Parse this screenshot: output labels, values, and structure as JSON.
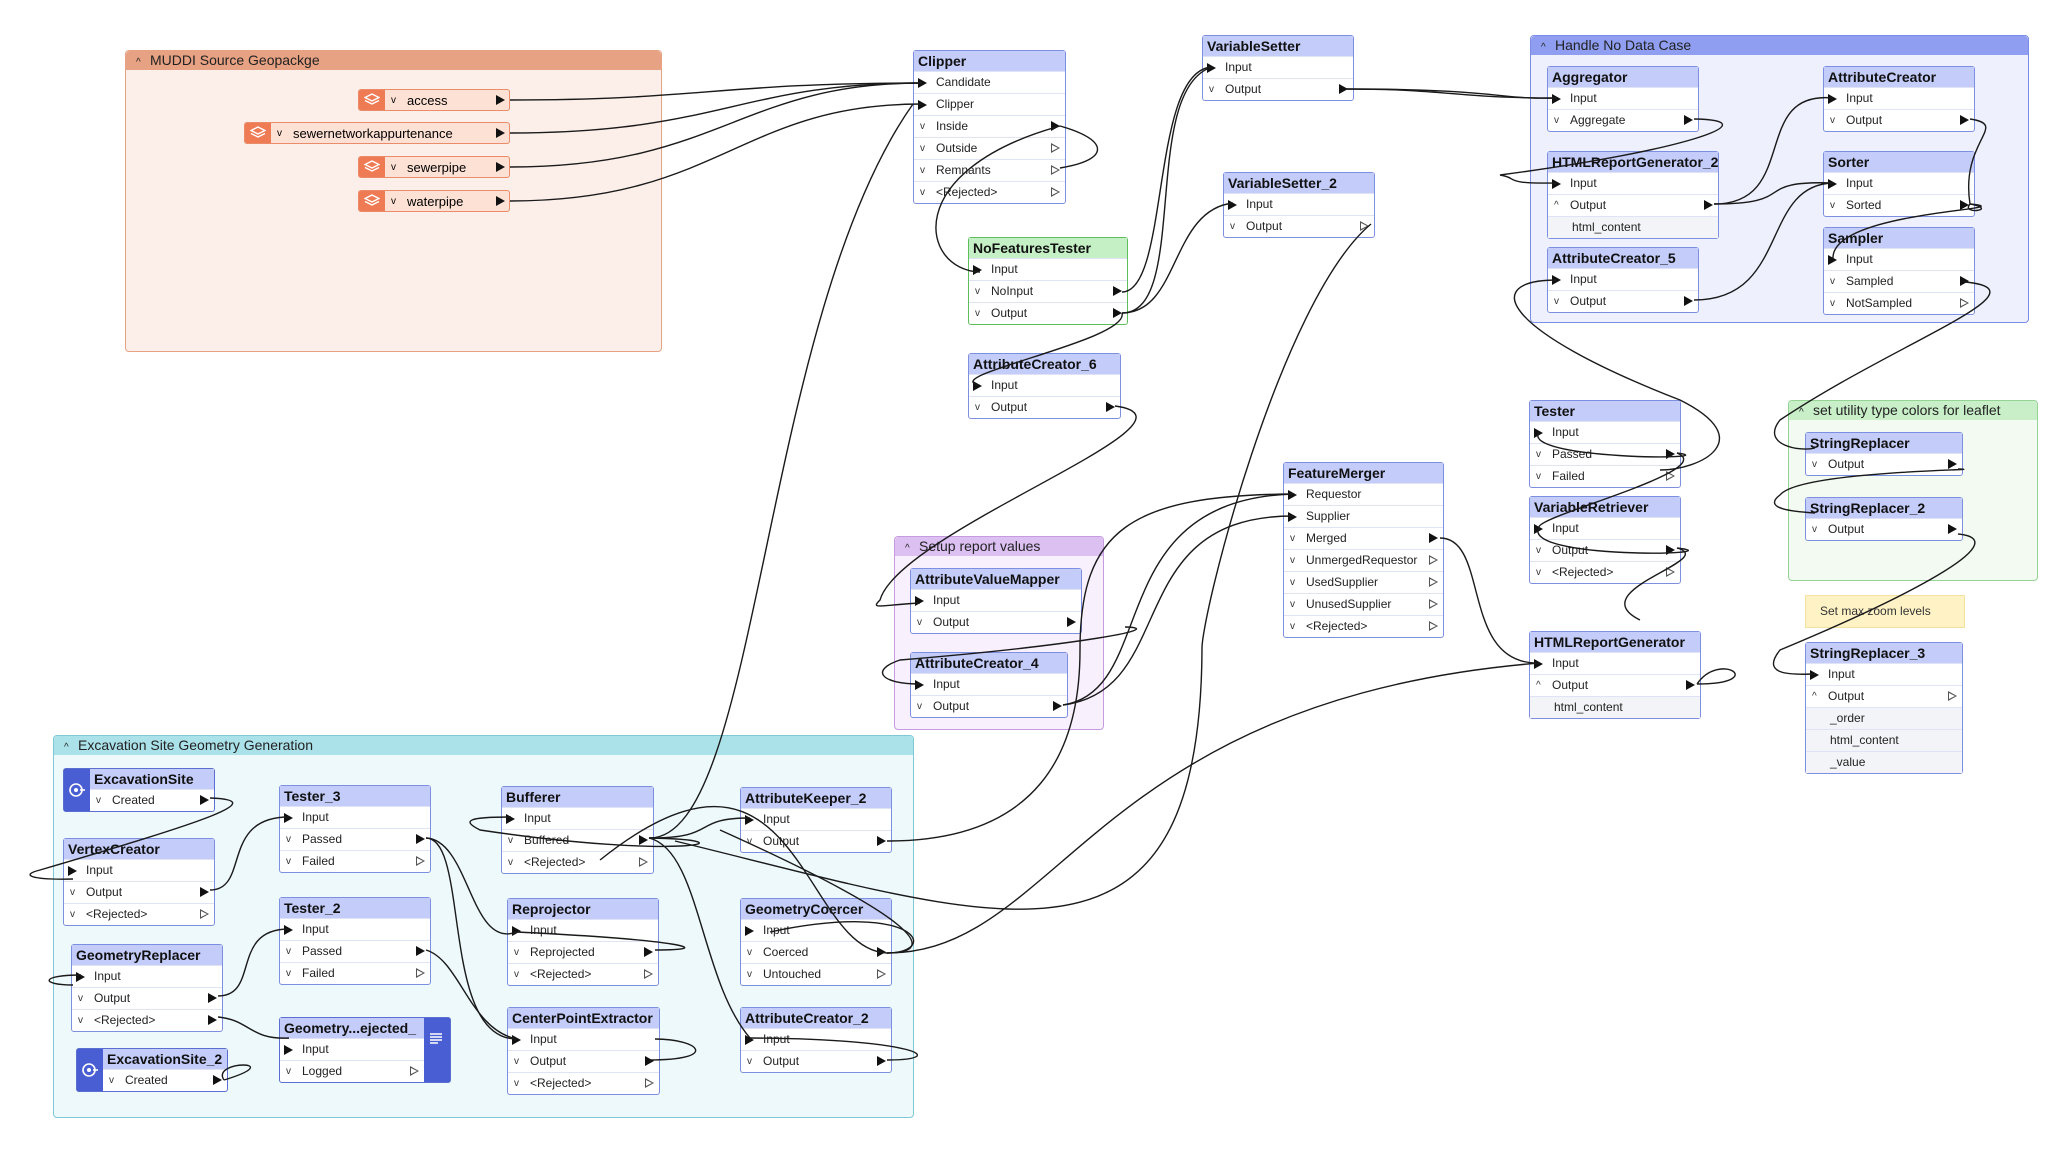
{
  "bookmarks": {
    "muddi": "MUDDI Source Geopackge",
    "nodata": "Handle No Data Case",
    "utility": "set utility type colors for leaflet",
    "report": "Setup report values",
    "excavation": "Excavation Site Geometry Generation"
  },
  "readers": [
    "access",
    "sewernetworkappurtenance",
    "sewerpipe",
    "waterpipe"
  ],
  "annotation": "Set max zoom levels",
  "transformers": {
    "clipper": {
      "title": "Clipper",
      "ports": [
        "Candidate",
        "Clipper",
        "Inside",
        "Outside",
        "Remnants",
        "<Rejected>"
      ]
    },
    "nofeat": {
      "title": "NoFeaturesTester",
      "ports": [
        "Input",
        "NoInput",
        "Output"
      ]
    },
    "ac6": {
      "title": "AttributeCreator_6",
      "ports": [
        "Input",
        "Output"
      ]
    },
    "vs": {
      "title": "VariableSetter",
      "ports": [
        "Input",
        "Output"
      ]
    },
    "vs2": {
      "title": "VariableSetter_2",
      "ports": [
        "Input",
        "Output"
      ]
    },
    "agg": {
      "title": "Aggregator",
      "ports": [
        "Input",
        "Aggregate"
      ]
    },
    "html2": {
      "title": "HTMLReportGenerator_2",
      "ports": [
        "Input",
        "Output",
        "html_content"
      ]
    },
    "ac5": {
      "title": "AttributeCreator_5",
      "ports": [
        "Input",
        "Output"
      ]
    },
    "ac": {
      "title": "AttributeCreator",
      "ports": [
        "Input",
        "Output"
      ]
    },
    "sorter": {
      "title": "Sorter",
      "ports": [
        "Input",
        "Sorted"
      ]
    },
    "sampler": {
      "title": "Sampler",
      "ports": [
        "Input",
        "Sampled",
        "NotSampled"
      ]
    },
    "tester": {
      "title": "Tester",
      "ports": [
        "Input",
        "Passed",
        "Failed"
      ]
    },
    "varret": {
      "title": "VariableRetriever",
      "ports": [
        "Input",
        "Output",
        "<Rejected>"
      ]
    },
    "html": {
      "title": "HTMLReportGenerator",
      "ports": [
        "Input",
        "Output",
        "html_content"
      ]
    },
    "sr": {
      "title": "StringReplacer",
      "ports": [
        "Output"
      ]
    },
    "sr2": {
      "title": "StringReplacer_2",
      "ports": [
        "Output"
      ]
    },
    "sr3": {
      "title": "StringReplacer_3",
      "ports": [
        "Input",
        "Output",
        "_order",
        "html_content",
        "_value"
      ]
    },
    "fm": {
      "title": "FeatureMerger",
      "ports": [
        "Requestor",
        "Supplier",
        "Merged",
        "UnmergedRequestor",
        "UsedSupplier",
        "UnusedSupplier",
        "<Rejected>"
      ]
    },
    "avm": {
      "title": "AttributeValueMapper",
      "ports": [
        "Input",
        "Output"
      ]
    },
    "ac4": {
      "title": "AttributeCreator_4",
      "ports": [
        "Input",
        "Output"
      ]
    },
    "exc": {
      "title": "ExcavationSite",
      "ports": [
        "Created"
      ]
    },
    "vc": {
      "title": "VertexCreator",
      "ports": [
        "Input",
        "Output",
        "<Rejected>"
      ]
    },
    "gr": {
      "title": "GeometryReplacer",
      "ports": [
        "Input",
        "Output",
        "<Rejected>"
      ]
    },
    "exc2": {
      "title": "ExcavationSite_2",
      "ports": [
        "Created"
      ]
    },
    "t3": {
      "title": "Tester_3",
      "ports": [
        "Input",
        "Passed",
        "Failed"
      ]
    },
    "t2": {
      "title": "Tester_2",
      "ports": [
        "Input",
        "Passed",
        "Failed"
      ]
    },
    "glog": {
      "title": "Geometry...ejected_",
      "ports": [
        "Input",
        "Logged"
      ]
    },
    "buf": {
      "title": "Bufferer",
      "ports": [
        "Input",
        "Buffered",
        "<Rejected>"
      ]
    },
    "repr": {
      "title": "Reprojector",
      "ports": [
        "Input",
        "Reprojected",
        "<Rejected>"
      ]
    },
    "cpe": {
      "title": "CenterPointExtractor",
      "ports": [
        "Input",
        "Output",
        "<Rejected>"
      ]
    },
    "ak2": {
      "title": "AttributeKeeper_2",
      "ports": [
        "Input",
        "Output"
      ]
    },
    "gc": {
      "title": "GeometryCoercer",
      "ports": [
        "Input",
        "Coerced",
        "Untouched"
      ]
    },
    "ac2": {
      "title": "AttributeCreator_2",
      "ports": [
        "Input",
        "Output"
      ]
    }
  }
}
